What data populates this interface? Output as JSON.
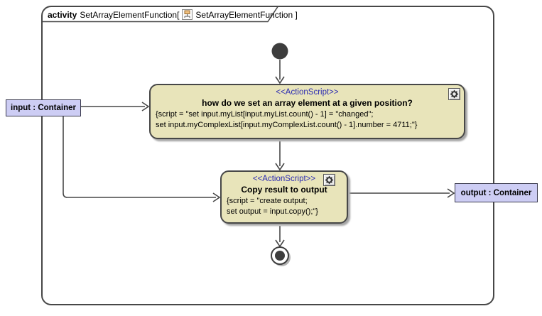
{
  "frame": {
    "keyword": "activity",
    "name": "SetArrayElementFunction[",
    "diagram_ref": "SetArrayElementFunction ]"
  },
  "pins": {
    "input": {
      "label": "input : Container"
    },
    "output": {
      "label": "output : Container"
    }
  },
  "actions": {
    "set_array_element": {
      "stereotype": "<<ActionScript>>",
      "title": "how do we set an array element at a given position?",
      "script_line1": "{script = \"set input.myList[input.myList.count() - 1] = \"changed\";",
      "script_line2": "set input.myComplexList[input.myComplexList.count() - 1].number = 4711;\"}"
    },
    "copy_result": {
      "stereotype": "<<ActionScript>>",
      "title": "Copy result to output",
      "script_line1": "{script = \"create output;",
      "script_line2": "set output = input.copy();\"}"
    }
  },
  "colors": {
    "action_fill": "#e8e4ba",
    "pin_fill": "#cdcdf4",
    "stereotype_text": "#2b2bb2",
    "line": "#474747",
    "shadow": "#a6a6a6"
  }
}
